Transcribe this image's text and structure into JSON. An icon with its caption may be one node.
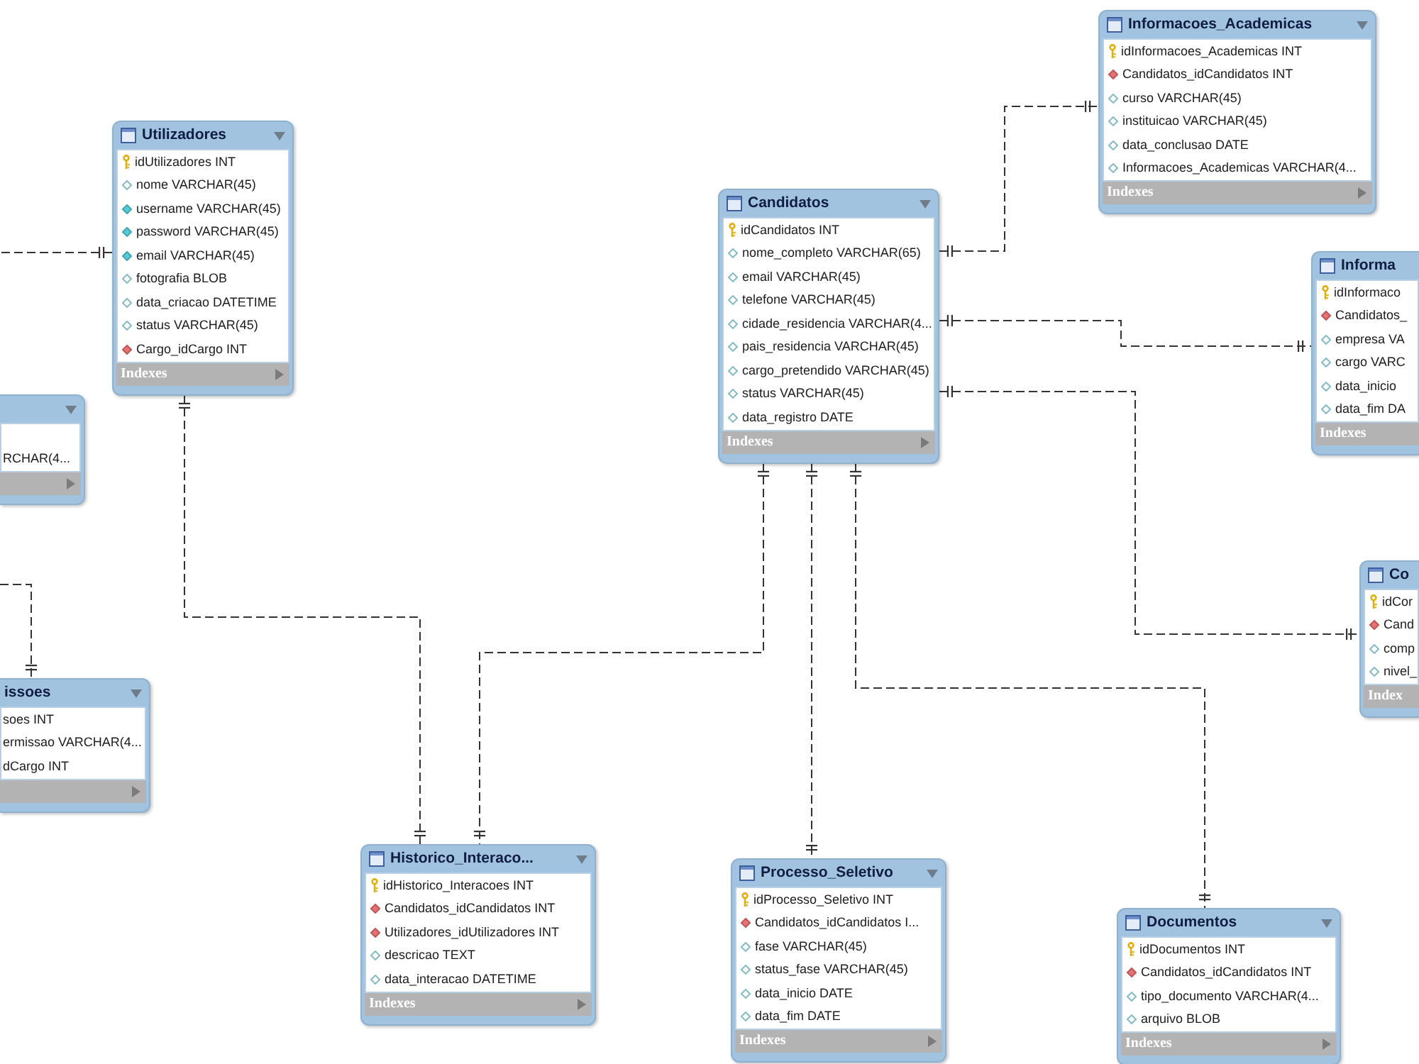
{
  "diagram": {
    "nodes": [
      {
        "text": [
          "Informacoes_Academicas",
          "idInformacoes_Academicas INT",
          "Candidatos_idCandidatos INT",
          "curso VARCHAR(45)",
          "instituicao VARCHAR(45)",
          "data_conclusao DATE",
          "Informacoes_Academicas VARCHAR(4...",
          "Indexes"
        ]
      },
      {
        "text": [
          "Utilizadores",
          "idUtilizadores INT",
          "nome VARCHAR(45)",
          "username VARCHAR(45)",
          "password VARCHAR(45)",
          "email VARCHAR(45)",
          "fotografia BLOB",
          "data_criacao DATETIME",
          "status VARCHAR(45)",
          "Cargo_idCargo INT",
          "Indexes"
        ]
      },
      {
        "text": [
          "Candidatos",
          "idCandidatos INT",
          "nome_completo VARCHAR(65)",
          "email VARCHAR(45)",
          "telefone VARCHAR(45)",
          "cidade_residencia VARCHAR(4...",
          "pais_residencia VARCHAR(45)",
          "cargo_pretendido VARCHAR(45)",
          "status VARCHAR(45)",
          "data_registro DATE",
          "Indexes"
        ]
      },
      {
        "text": [
          "Informa",
          "idInformaco",
          "Candidatos_",
          "empresa VA",
          "cargo VARC",
          "data_inicio",
          "data_fim DA",
          "Indexes"
        ]
      },
      {
        "text": [
          "RCHAR(4..."
        ]
      },
      {
        "text": [
          "Co",
          "idCor",
          "Cand",
          "comp",
          "nivel_",
          "Index"
        ]
      },
      {
        "text": [
          "issoes",
          "soes INT",
          "ermissao VARCHAR(4...",
          "dCargo INT"
        ]
      },
      {
        "text": [
          "Historico_Interaco...",
          "idHistorico_Interacoes INT",
          "Candidatos_idCandidatos INT",
          "Utilizadores_idUtilizadores INT",
          "descricao TEXT",
          "data_interacao DATETIME",
          "Indexes"
        ]
      },
      {
        "text": [
          "Processo_Seletivo",
          "idProcesso_Seletivo INT",
          "Candidatos_idCandidatos I...",
          "fase VARCHAR(45)",
          "status_fase VARCHAR(45)",
          "data_inicio DATE",
          "data_fim DATE",
          "Indexes"
        ]
      },
      {
        "text": [
          "Documentos",
          "idDocumentos INT",
          "Candidatos_idCandidatos INT",
          "tipo_documento VARCHAR(4...",
          "arquivo BLOB",
          "Indexes"
        ]
      }
    ],
    "edges": [
      {
        "from": 1,
        "to": null,
        "arrow": "other",
        "style": "dashed"
      },
      {
        "from": 1,
        "to": 7,
        "arrow": "other",
        "style": "dashed"
      },
      {
        "from": 2,
        "to": 7,
        "arrow": "other",
        "style": "dashed"
      },
      {
        "from": 2,
        "to": 8,
        "arrow": "other",
        "style": "dashed"
      },
      {
        "from": 2,
        "to": 9,
        "arrow": "other",
        "style": "dashed"
      },
      {
        "from": 2,
        "to": 0,
        "arrow": "other",
        "style": "dashed"
      },
      {
        "from": 2,
        "to": 3,
        "arrow": "other",
        "style": "dashed"
      },
      {
        "from": 2,
        "to": 5,
        "arrow": "other",
        "style": "dashed"
      },
      {
        "from": null,
        "to": 6,
        "arrow": "other",
        "style": "dashed"
      }
    ]
  }
}
